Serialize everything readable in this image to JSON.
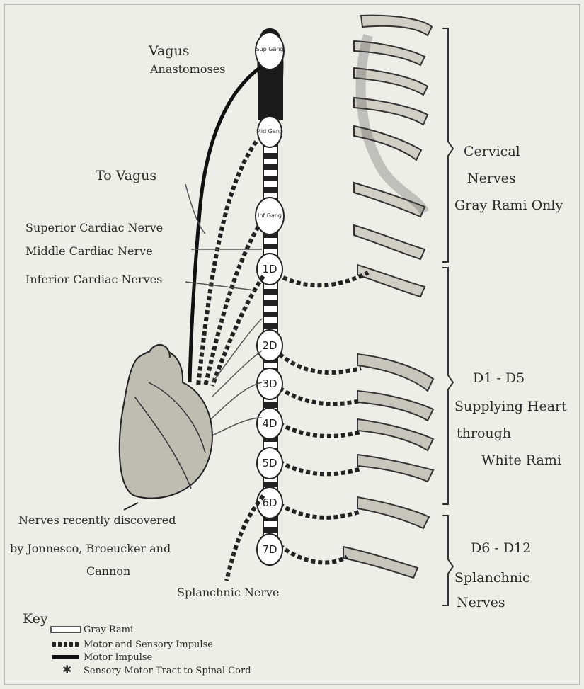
{
  "labels": {
    "vagus": "Vagus",
    "vagus_anastomoses": "Anastomoses",
    "sup_ganglion": "Sup Gang",
    "mid_ganglion": "Mid Gang",
    "inf_ganglion": "Inf Gang",
    "to_vagus": "To Vagus",
    "superior_cardiac": "Superior Cardiac Nerve",
    "middle_cardiac": "Middle Cardiac Nerve",
    "inferior_cardiac": "Inferior Cardiac Nerves",
    "cervical_1": "Cervical",
    "cervical_2": "Nerves",
    "cervical_3": "Gray Rami Only",
    "d1d5_title": "D1 - D5",
    "d1d5_1": "Supplying Heart",
    "d1d5_2": "through",
    "d1d5_3": "White Rami",
    "d6d12_title": "D6 - D12",
    "d6d12_1": "Splanchnic",
    "d6d12_2": "Nerves",
    "discovered_1": "Nerves recently discovered",
    "discovered_2": "by Jonnesco, Broeucker and",
    "discovered_3": "Cannon",
    "splanchnic_nerve": "Splanchnic Nerve"
  },
  "ganglia": [
    "1D",
    "2D",
    "3D",
    "4D",
    "5D",
    "6D",
    "7D"
  ],
  "key": {
    "title": "Key",
    "gray_rami": "Gray Rami",
    "motor_sensory": "Motor and Sensory Impulse",
    "motor": "Motor Impulse",
    "sensory_motor": "Sensory-Motor Tract to Spinal Cord"
  }
}
